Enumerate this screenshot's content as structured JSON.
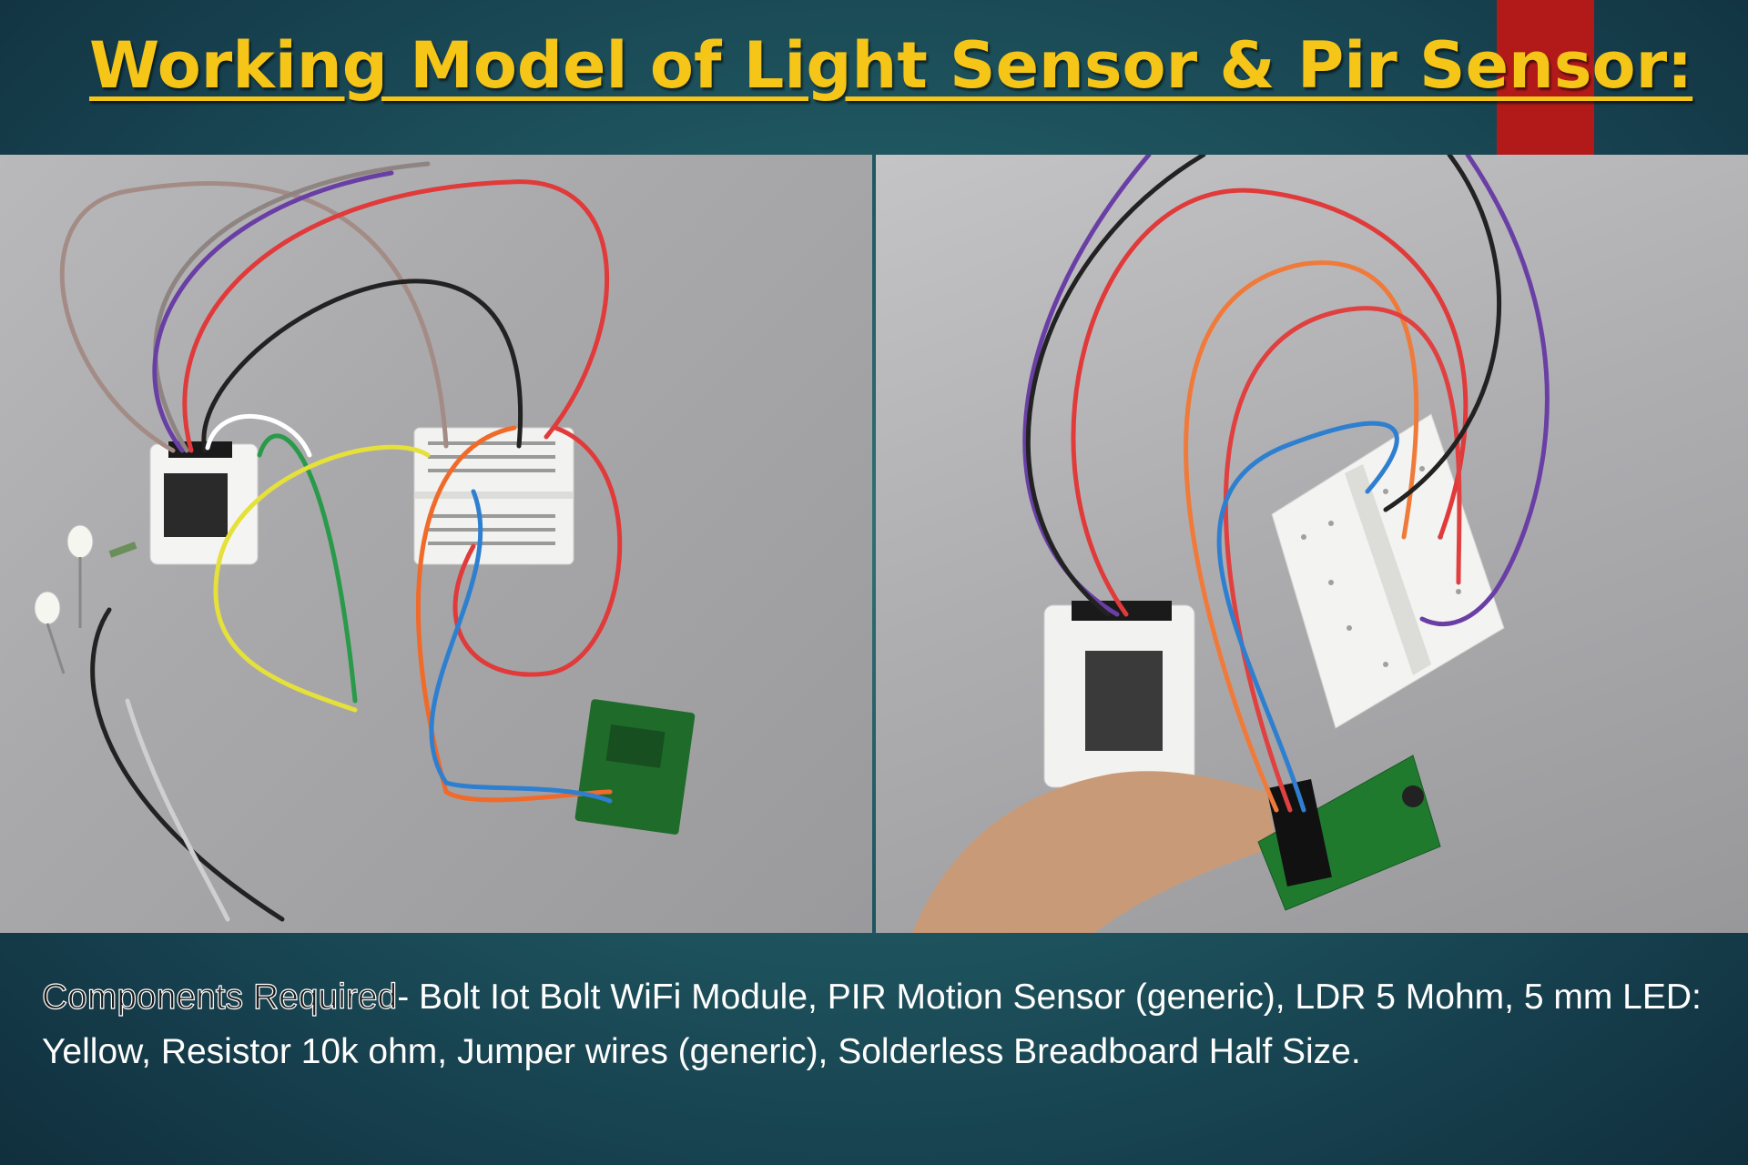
{
  "slide": {
    "title": "Working Model of Light Sensor & Pir Sensor:",
    "accent_color": "#b21a1a",
    "title_color": "#f5c518"
  },
  "photos": [
    {
      "name": "left-circuit-photo",
      "content": "bolt-wifi-module-breadboard-pir-ldr-leds"
    },
    {
      "name": "right-circuit-photo",
      "content": "bolt-wifi-module-breadboard-pir-in-hand"
    }
  ],
  "components": {
    "label": "Components Required",
    "text": "- Bolt Iot Bolt WiFi Module, PIR Motion Sensor (generic), LDR 5 Mohm, 5 mm LED: Yellow, Resistor 10k ohm, Jumper wires (generic), Solderless Breadboard Half Size."
  }
}
